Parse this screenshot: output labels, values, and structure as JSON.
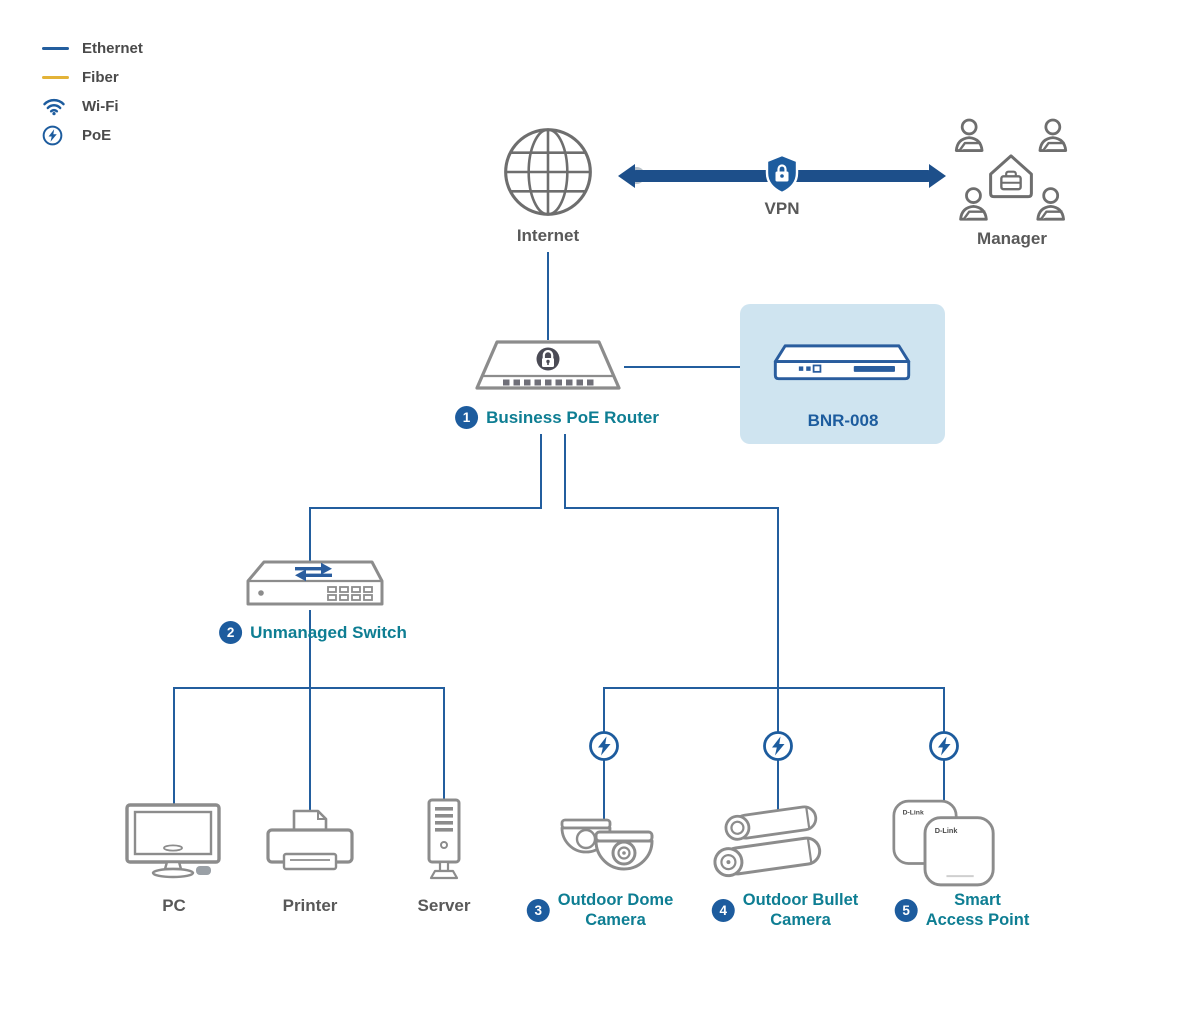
{
  "legend": {
    "items": [
      {
        "id": "ethernet",
        "label": "Ethernet"
      },
      {
        "id": "fiber",
        "label": "Fiber"
      },
      {
        "id": "wifi",
        "label": "Wi-Fi"
      },
      {
        "id": "poe",
        "label": "PoE"
      }
    ]
  },
  "nodes": {
    "internet": {
      "label": "Internet"
    },
    "vpn": {
      "label": "VPN"
    },
    "manager": {
      "label": "Manager"
    },
    "router": {
      "badge": "1",
      "label": "Business PoE Router"
    },
    "bnr008": {
      "model": "BNR-008"
    },
    "switch": {
      "badge": "2",
      "label": "Unmanaged Switch"
    },
    "pc": {
      "label": "PC"
    },
    "printer": {
      "label": "Printer"
    },
    "server": {
      "label": "Server"
    },
    "dome_camera": {
      "badge": "3",
      "label_line1": "Outdoor Dome",
      "label_line2": "Camera"
    },
    "bullet_camera": {
      "badge": "4",
      "label_line1": "Outdoor Bullet",
      "label_line2": "Camera"
    },
    "access_point": {
      "badge": "5",
      "label_line1": "Smart",
      "label_line2": "Access Point",
      "brand": "D-Link"
    }
  },
  "colors": {
    "ethernet_line": "#235e9e",
    "fiber_line": "#e3b338",
    "label_teal": "#0e7e93",
    "badge_blue": "#1d5c9e",
    "text_gray": "#595959",
    "vpn_bar": "#1d4f8a",
    "callout_bg": "#cfe4f0",
    "device_outline": "#8c8c8c"
  }
}
